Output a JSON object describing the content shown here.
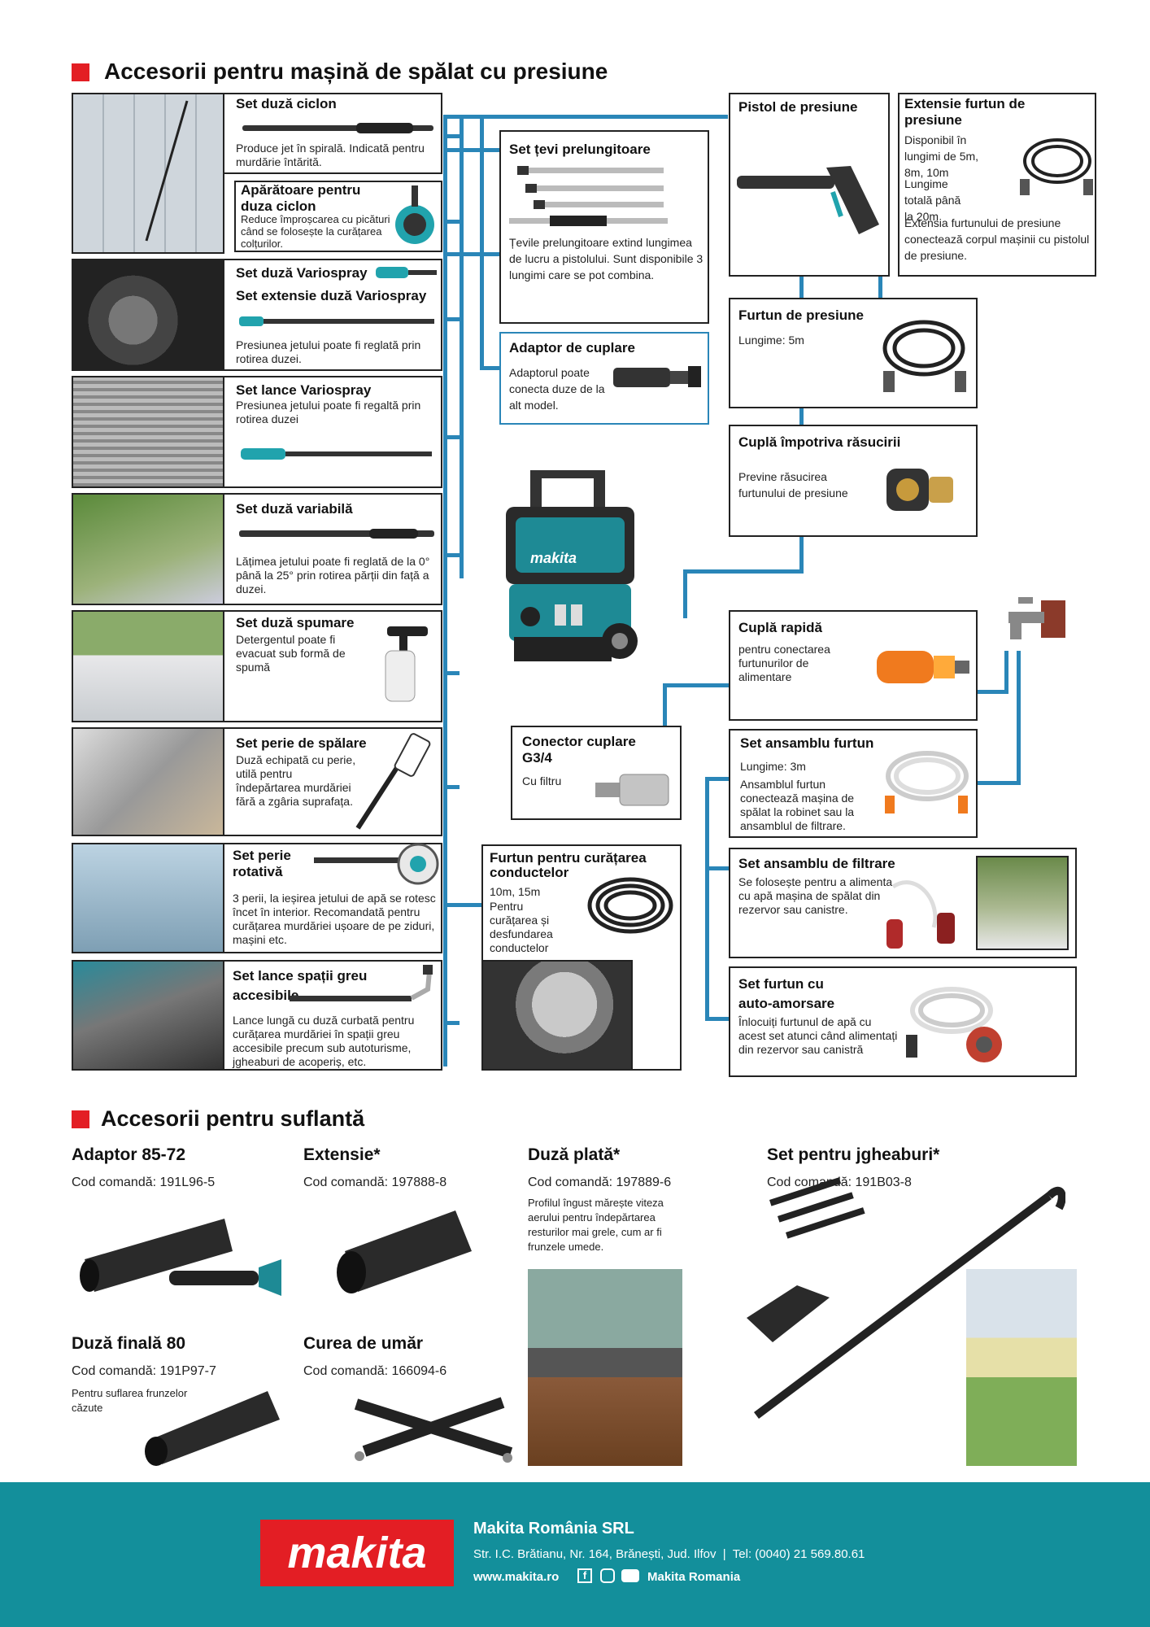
{
  "section1": {
    "title": "Accesorii pentru mașină de spălat cu presiune"
  },
  "left": [
    {
      "title": "Set duză ciclon",
      "desc": "Produce jet în spirală. Indicată pentru murdărie întărită."
    },
    {
      "title": "Apărătoare pentru duza ciclon",
      "desc": "Reduce împroșcarea cu picături când se folosește la curățarea colțurilor."
    },
    {
      "title": "Set duză Variospray",
      "title2": "Set extensie duză Variospray",
      "desc": "Presiunea jetului poate fi reglată prin rotirea duzei."
    },
    {
      "title": "Set lance Variospray",
      "desc": "Presiunea jetului poate fi regaltă prin rotirea duzei"
    },
    {
      "title": "Set duză variabilă",
      "desc": "Lățimea jetului poate fi reglată de la 0° până la 25° prin rotirea părții din față a duzei."
    },
    {
      "title": "Set duză spumare",
      "desc": "Detergentul poate fi evacuat sub formă de spumă"
    },
    {
      "title": "Set perie de spălare",
      "desc": "Duză echipată cu perie, utilă pentru îndepărtarea murdăriei fără a zgâria suprafața."
    },
    {
      "title": "Set perie rotativă",
      "desc": "3 perii, la ieșirea jetului de apă se rotesc încet în interior. Recomandată pentru curățarea murdăriei ușoare de pe ziduri, mașini etc."
    },
    {
      "title": "Set lance spații greu accesibile",
      "desc": "Lance lungă cu duză curbată pentru curățarea murdăriei în spații greu accesibile precum sub autoturisme, jgheaburi de acoperiș, etc."
    }
  ],
  "middle": {
    "teviTitle": "Set țevi prelungitoare",
    "teviDesc": "Țevile prelungitoare extind lungimea de lucru a pistolului. Sunt disponibile 3 lungimi care se pot combina.",
    "adaptorTitle": "Adaptor de cuplare",
    "adaptorDesc": "Adaptorul poate conecta duze de la alt model.",
    "conectorTitle": "Conector cuplare G3/4",
    "conectorDesc": "Cu filtru",
    "furtunCondTitle": "Furtun pentru curățarea conductelor",
    "furtunCondLen": "10m, 15m",
    "furtunCondDesc": "Pentru curățarea și desfundarea conductelor"
  },
  "right": {
    "pistolTitle": "Pistol de presiune",
    "extTitle": "Extensie furtun de presiune",
    "extDesc1": "Disponibil în lungimi de 5m, 8m, 10m",
    "extDesc2": "Lungime totală până la 20m",
    "extDesc3": "Extensia furtunului de presiune conectează corpul mașinii cu pistolul de presiune.",
    "furtunTitle": "Furtun de presiune",
    "furtunDesc": "Lungime: 5m",
    "cuplaTitle": "Cuplă împotriva răsucirii",
    "cuplaDesc": "Previne răsucirea furtunului de presiune",
    "rapidaTitle": "Cuplă rapidă",
    "rapidaDesc": "pentru conectarea furtunurilor de alimentare",
    "ansTitle": "Set ansamblu furtun",
    "ansLen": "Lungime: 3m",
    "ansDesc": "Ansamblul furtun conectează mașina de spălat la robinet sau la ansamblul de filtrare.",
    "filtTitle": "Set ansamblu de filtrare",
    "filtDesc": "Se folosește pentru a alimenta cu apă mașina de spălat din rezervor sau canistre.",
    "autoTitle": "Set furtun cu auto-amorsare",
    "autoDesc": "Înlocuiți furtunul de apă cu acest set atunci când alimentați din rezervor sau canistră"
  },
  "machineBrand": "makita",
  "section2": {
    "title": "Accesorii pentru suflantă"
  },
  "blower": [
    {
      "title": "Adaptor 85-72",
      "code": "Cod comandă: 191L96-5"
    },
    {
      "title": "Extensie*",
      "code": "Cod comandă: 197888-8"
    },
    {
      "title": "Duză plată*",
      "code": "Cod comandă: 197889-6",
      "desc": "Profilul îngust mărește viteza aerului pentru îndepărtarea resturilor mai grele, cum ar fi frunzele umede."
    },
    {
      "title": "Set pentru jgheaburi*",
      "code": "Cod comandă: 191B03-8"
    },
    {
      "title": "Duză finală 80",
      "code": "Cod comandă: 191P97-7",
      "desc": "Pentru suflarea frunzelor căzute"
    },
    {
      "title": "Curea de umăr",
      "code": "Cod comandă: 166094-6"
    }
  ],
  "footer": {
    "logo": "makita",
    "company": "Makita România SRL",
    "address": "Str. I.C. Brătianu, Nr. 164, Brănești, Jud. Ilfov  |  Tel: (0040) 21 569.80.61",
    "web": "www.makita.ro",
    "social": "Makita Romania"
  },
  "colors": {
    "accent": "#e31e24",
    "teal": "#138f9b",
    "line": "#2a86b8",
    "logoRed": "#e31e24"
  }
}
